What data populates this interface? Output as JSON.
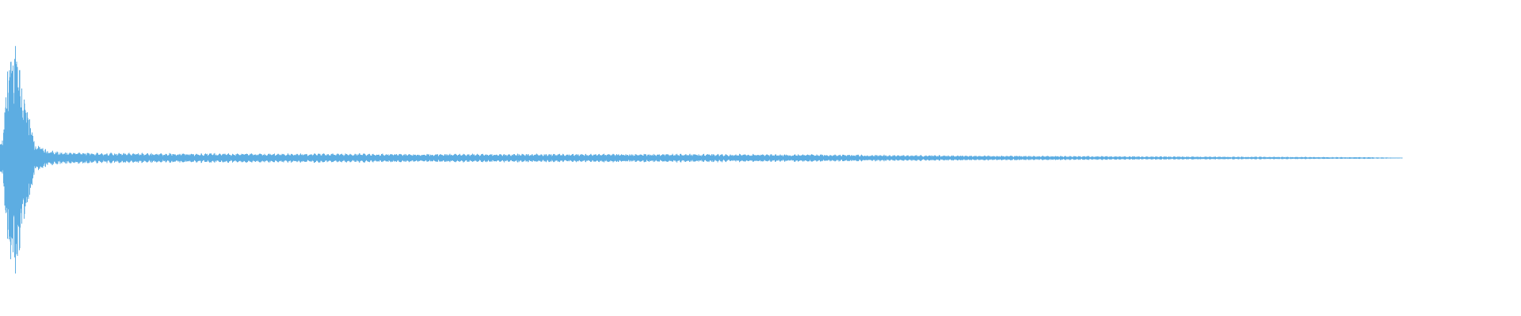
{
  "waveform": {
    "color": "#5dade2",
    "background": "#ffffff",
    "peak_envelope": [
      {
        "t": 0.0,
        "amp": 0.1
      },
      {
        "t": 0.002,
        "amp": 0.16
      },
      {
        "t": 0.004,
        "amp": 0.55
      },
      {
        "t": 0.006,
        "amp": 0.95
      },
      {
        "t": 0.008,
        "amp": 0.75
      },
      {
        "t": 0.01,
        "amp": 0.98
      },
      {
        "t": 0.012,
        "amp": 1.0
      },
      {
        "t": 0.014,
        "amp": 0.7
      },
      {
        "t": 0.016,
        "amp": 0.55
      },
      {
        "t": 0.018,
        "amp": 0.38
      },
      {
        "t": 0.02,
        "amp": 0.28
      },
      {
        "t": 0.022,
        "amp": 0.16
      },
      {
        "t": 0.024,
        "amp": 0.1
      },
      {
        "t": 0.03,
        "amp": 0.07
      },
      {
        "t": 0.04,
        "amp": 0.05
      },
      {
        "t": 0.06,
        "amp": 0.045
      },
      {
        "t": 0.1,
        "amp": 0.04
      },
      {
        "t": 0.3,
        "amp": 0.035
      },
      {
        "t": 0.45,
        "amp": 0.035
      },
      {
        "t": 0.55,
        "amp": 0.03
      },
      {
        "t": 0.65,
        "amp": 0.02
      },
      {
        "t": 0.75,
        "amp": 0.014
      },
      {
        "t": 0.85,
        "amp": 0.01
      },
      {
        "t": 0.9,
        "amp": 0.007
      },
      {
        "t": 0.915,
        "amp": 0.004
      },
      {
        "t": 0.922,
        "amp": 0.0
      }
    ]
  }
}
